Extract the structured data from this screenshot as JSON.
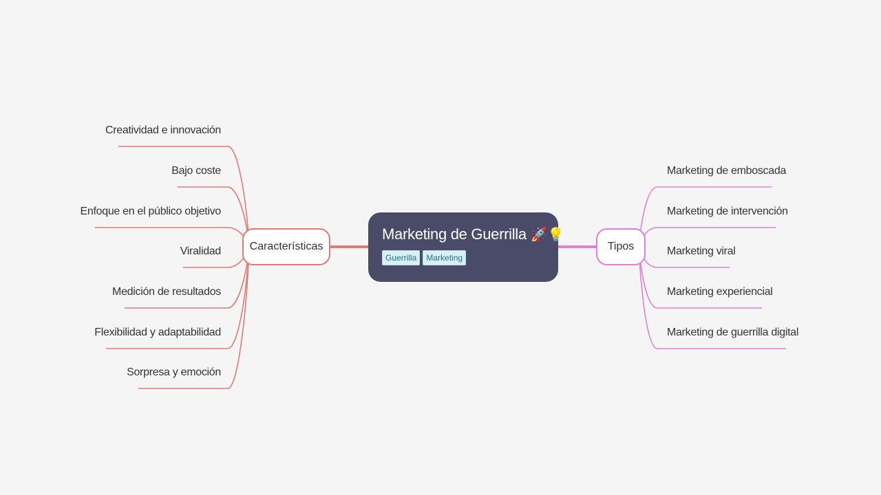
{
  "central": {
    "title": "Marketing de Guerrilla",
    "emoji": "🚀💡",
    "tags": [
      "Guerrilla",
      "Marketing"
    ]
  },
  "branches": {
    "left": {
      "label": "Características",
      "color": "#e07a74",
      "children": [
        "Creatividad e innovación",
        "Bajo coste",
        "Enfoque en el público objetivo",
        "Viralidad",
        "Medición de resultados",
        "Flexibilidad y adaptabilidad",
        "Sorpresa y emoción"
      ]
    },
    "right": {
      "label": "Tipos",
      "color": "#e37fd6",
      "children": [
        "Marketing de emboscada",
        "Marketing de intervención",
        "Marketing viral",
        "Marketing experiencial",
        "Marketing de guerrilla digital"
      ]
    }
  },
  "colors": {
    "background": "#f5f5f5",
    "central_fill": "#4a4b68",
    "tag_fill": "#d9f0f7",
    "tag_text": "#1f6e8c"
  }
}
